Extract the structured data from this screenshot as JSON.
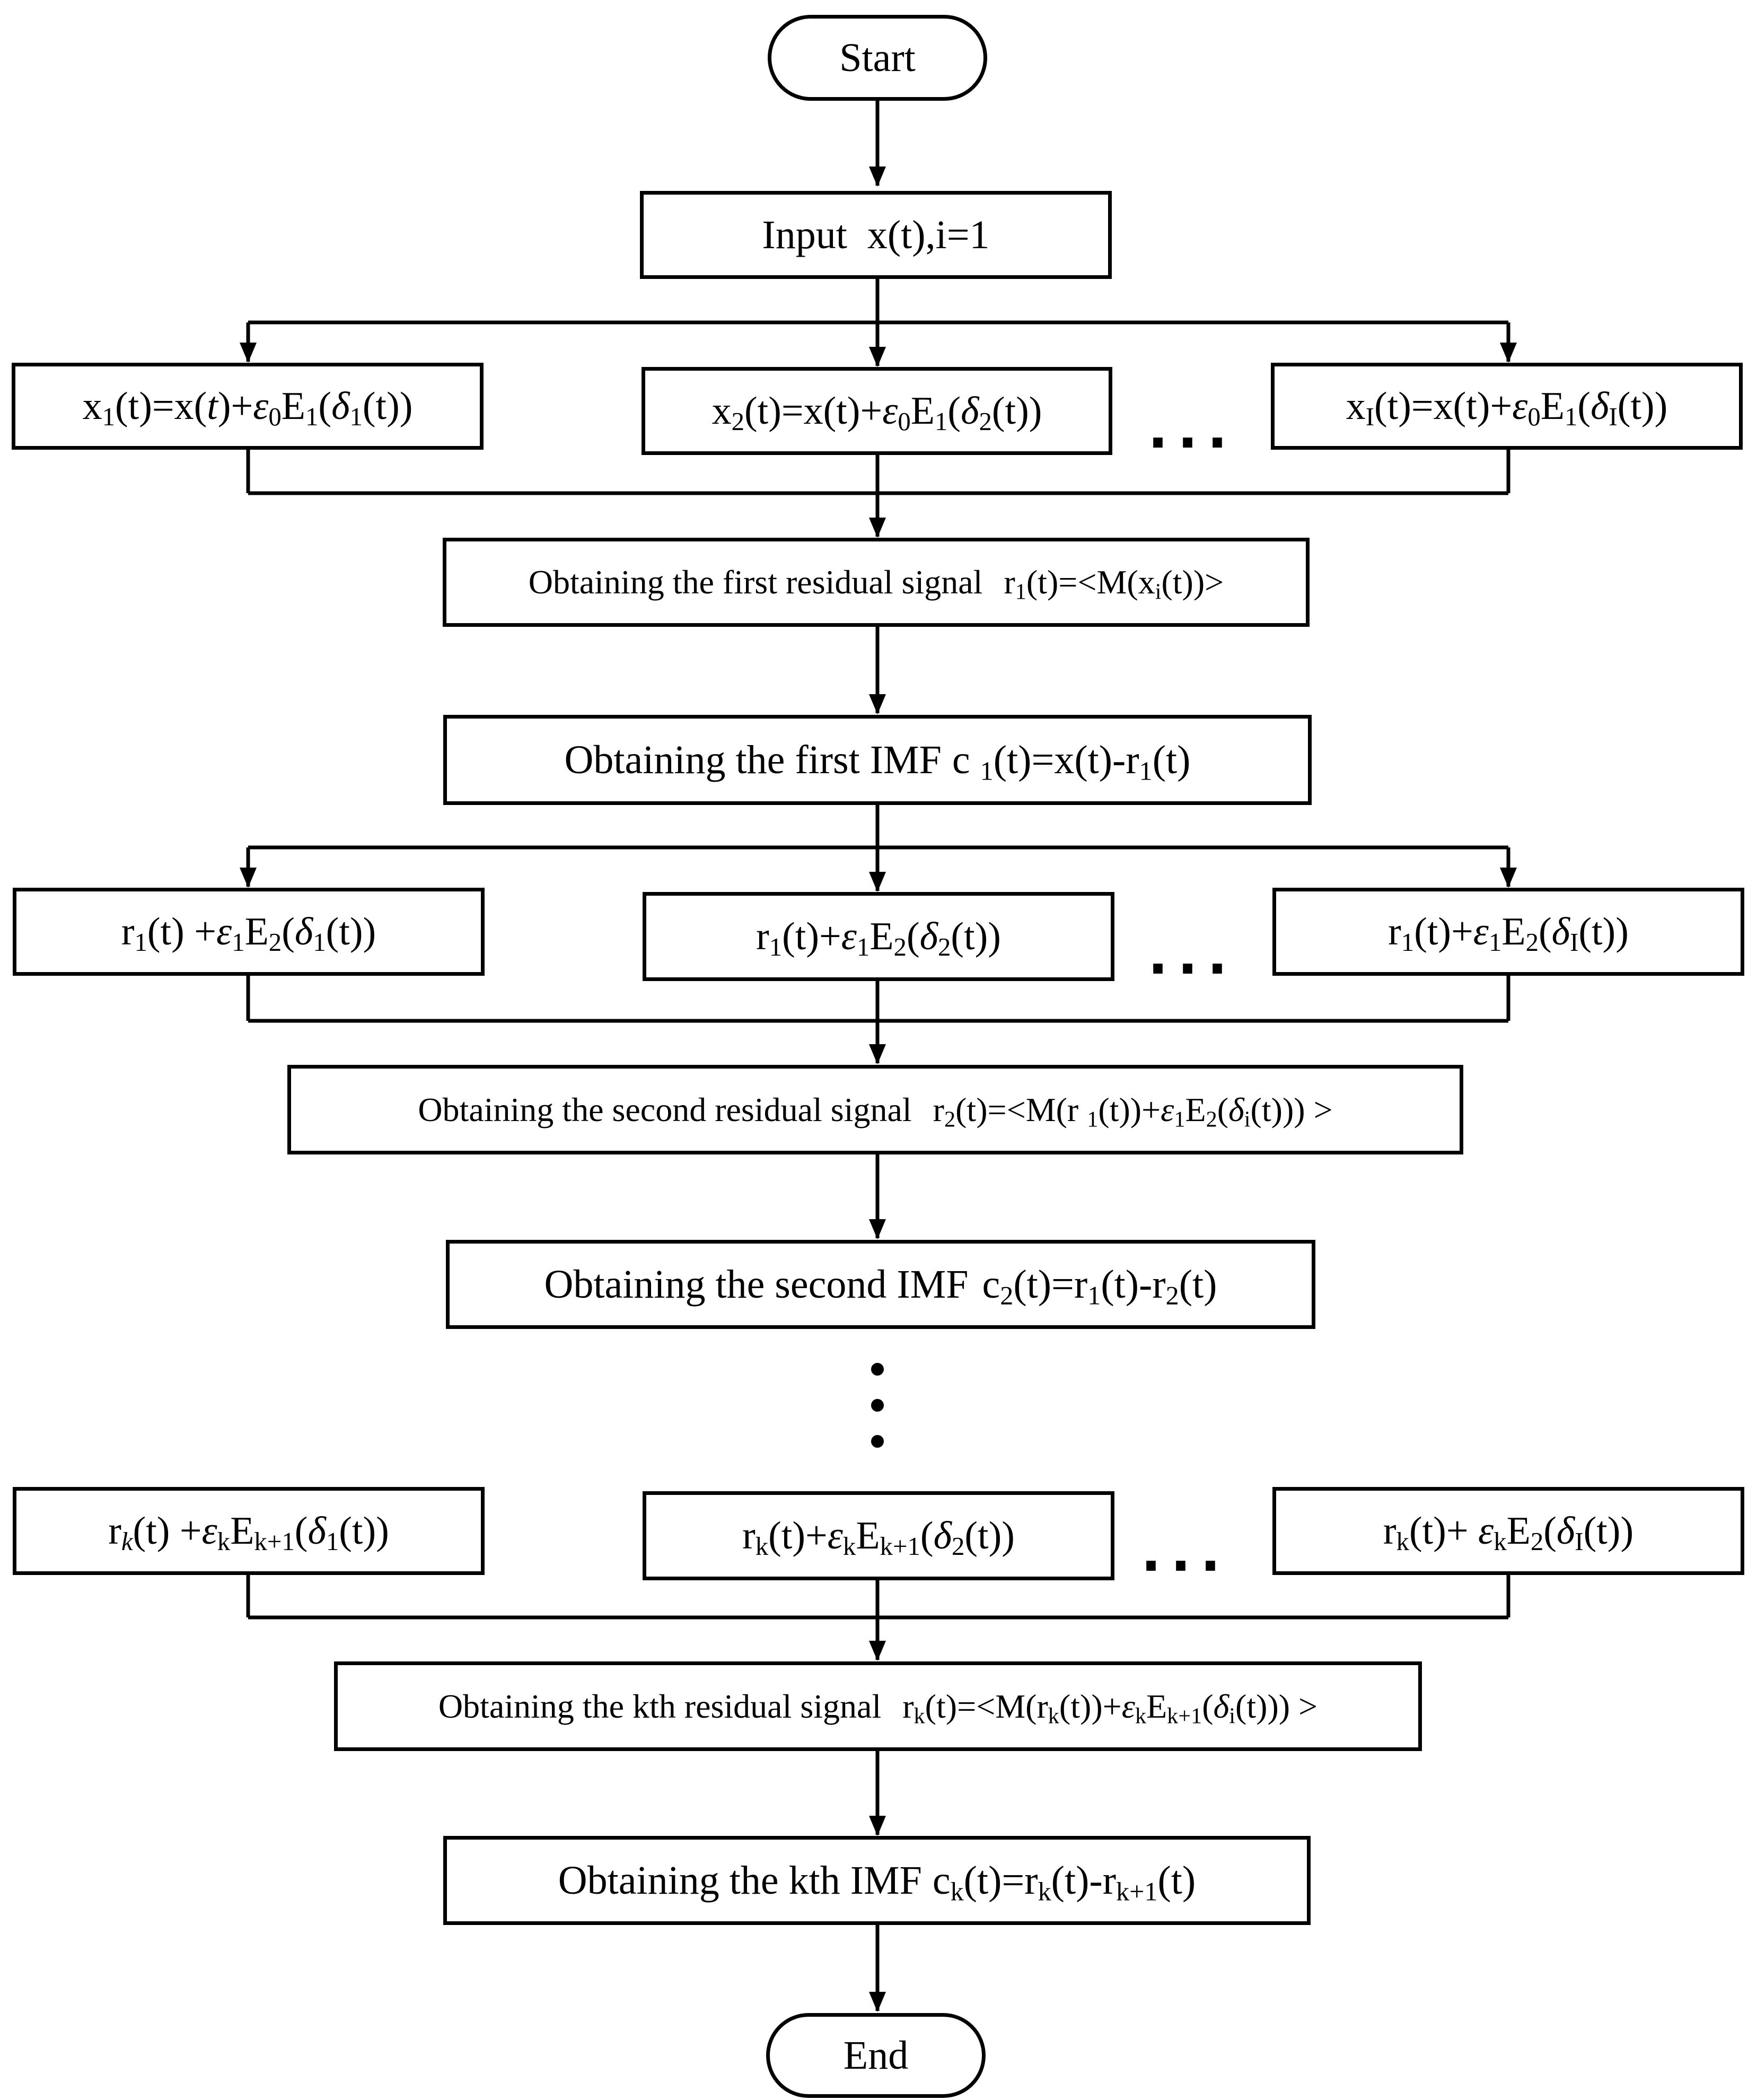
{
  "nodes": {
    "start": "Start",
    "input": "Input  x(t),i=1",
    "residual1_label": "Obtaining the first residual signal",
    "imf1_label": "Obtaining the first IMF",
    "residual2_label": "Obtaining the second residual signal",
    "imf2_label": "Obtaining the second IMF",
    "residualk_label": "Obtaining the kth residual signal",
    "imfk_label": "Obtaining the kth IMF",
    "end": "End"
  },
  "ellipsis": "...",
  "vertical_dots": "⋮",
  "formulas": {
    "stage1": [
      "x1(t)=x(t)+ε0E1(δ1(t))",
      "x2(t)=x(t)+ε0E1(δ2(t))",
      "xI(t)=x(t)+ε0E1(δI(t))"
    ],
    "residual1": "r1(t)=<M(xi(t))>",
    "imf1": "c 1(t)=x(t)-r1(t)",
    "stage2": [
      "r1(t) +ε1E2(δ1(t))",
      "r1(t)+ε1E2(δ2(t))",
      "r1(t)+ε1E2(δI(t))"
    ],
    "residual2": "r2(t)=<M(r 1(t))+ε1E2(δi(t))) >",
    "imf2": "c2(t)=r1(t)-r2(t)",
    "stagek": [
      "rk(t) +εkEk+1(δ1(t))",
      "rk(t)+εkEk+1(δ2(t))",
      "rk(t)+ εkE2(δI(t))"
    ],
    "residualk": "rk(t)=<M(rk(t))+εkEk+1(δi(t))) >",
    "imfk": "ck(t)=rk(t)-rk+1(t)"
  }
}
